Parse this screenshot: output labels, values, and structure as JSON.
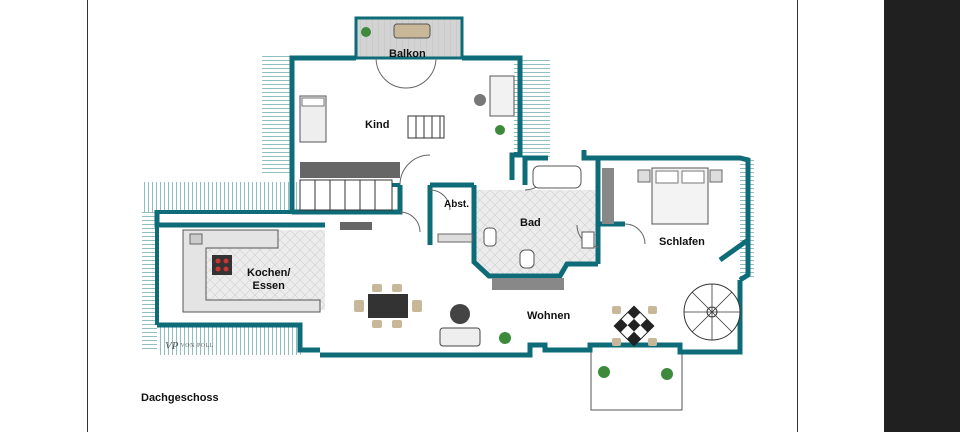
{
  "plan": {
    "caption": "Dachgeschoss",
    "rooms": {
      "balkon": "Balkon",
      "kind": "Kind",
      "abst": "Abst.",
      "bad": "Bad",
      "schlafen": "Schlafen",
      "kochen_line1": "Kochen/",
      "kochen_line2": "Essen",
      "wohnen": "Wohnen"
    },
    "logo": {
      "mark": "VP",
      "text": "VON POLL"
    },
    "colors": {
      "wall": "#0e6b78",
      "floor_tile": "#e9e9e9",
      "balcony": "#d8d8d8",
      "furniture": "#555555"
    }
  }
}
